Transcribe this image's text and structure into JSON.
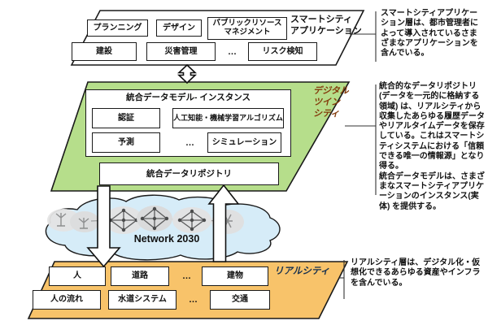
{
  "colors": {
    "twin_fill": "#b6de8b",
    "real_fill": "#f8c36a",
    "cloud_fill": "#d6ecf8",
    "twin_label_color": "#843c0c",
    "real_label_color": "#17314f",
    "outline": "#1a1a1a"
  },
  "app_layer": {
    "label_lines": [
      "スマートシティ",
      "アプリケーション"
    ],
    "planning": "プランニング",
    "design": "デザイン",
    "public_resource_lines": [
      "パブリックリソース",
      "マネジメント"
    ],
    "construction": "建設",
    "disaster": "災害管理",
    "ellipsis": "…",
    "risk": "リスク検知"
  },
  "twin_layer": {
    "label_lines": [
      "デジタル",
      "ツイン",
      "シティ"
    ],
    "model_title": "統合データモデル- インスタンス",
    "auth": "認証",
    "ai": "人工知能・機械学習アルゴリズム",
    "prediction": "予測",
    "ellipsis": "…",
    "simulation": "シミュレーション",
    "repository": "統合データリポジトリ"
  },
  "network": {
    "label": "Network 2030"
  },
  "real_layer": {
    "label": "リアルシティ",
    "people": "人",
    "roads": "道路",
    "ellipsis1": "…",
    "buildings": "建物",
    "people_flow": "人の流れ",
    "water": "水道システム",
    "ellipsis2": "…",
    "transport": "交通"
  },
  "annotations": {
    "app": "スマートシティアプリケーション層は、都市管理者によって導入されているさまざまなアプリケーションを含んでいる。",
    "twin": "統合的なデータリポジトリ(データを一元的に格納する領域) は、リアルシティから収集したあらゆる履歴データやリアルタイムデータを保存している。これはスマートシティシステムにおける「信頼できる唯一の情報源」となり得る。\n統合データモデルは、さまざまなスマートシティアプリケーションのインスタンス(実体) を提供する。",
    "real": "リアルシティ層は、デジタル化・仮想化できるあらゆる資産やインフラを含んでいる。"
  }
}
